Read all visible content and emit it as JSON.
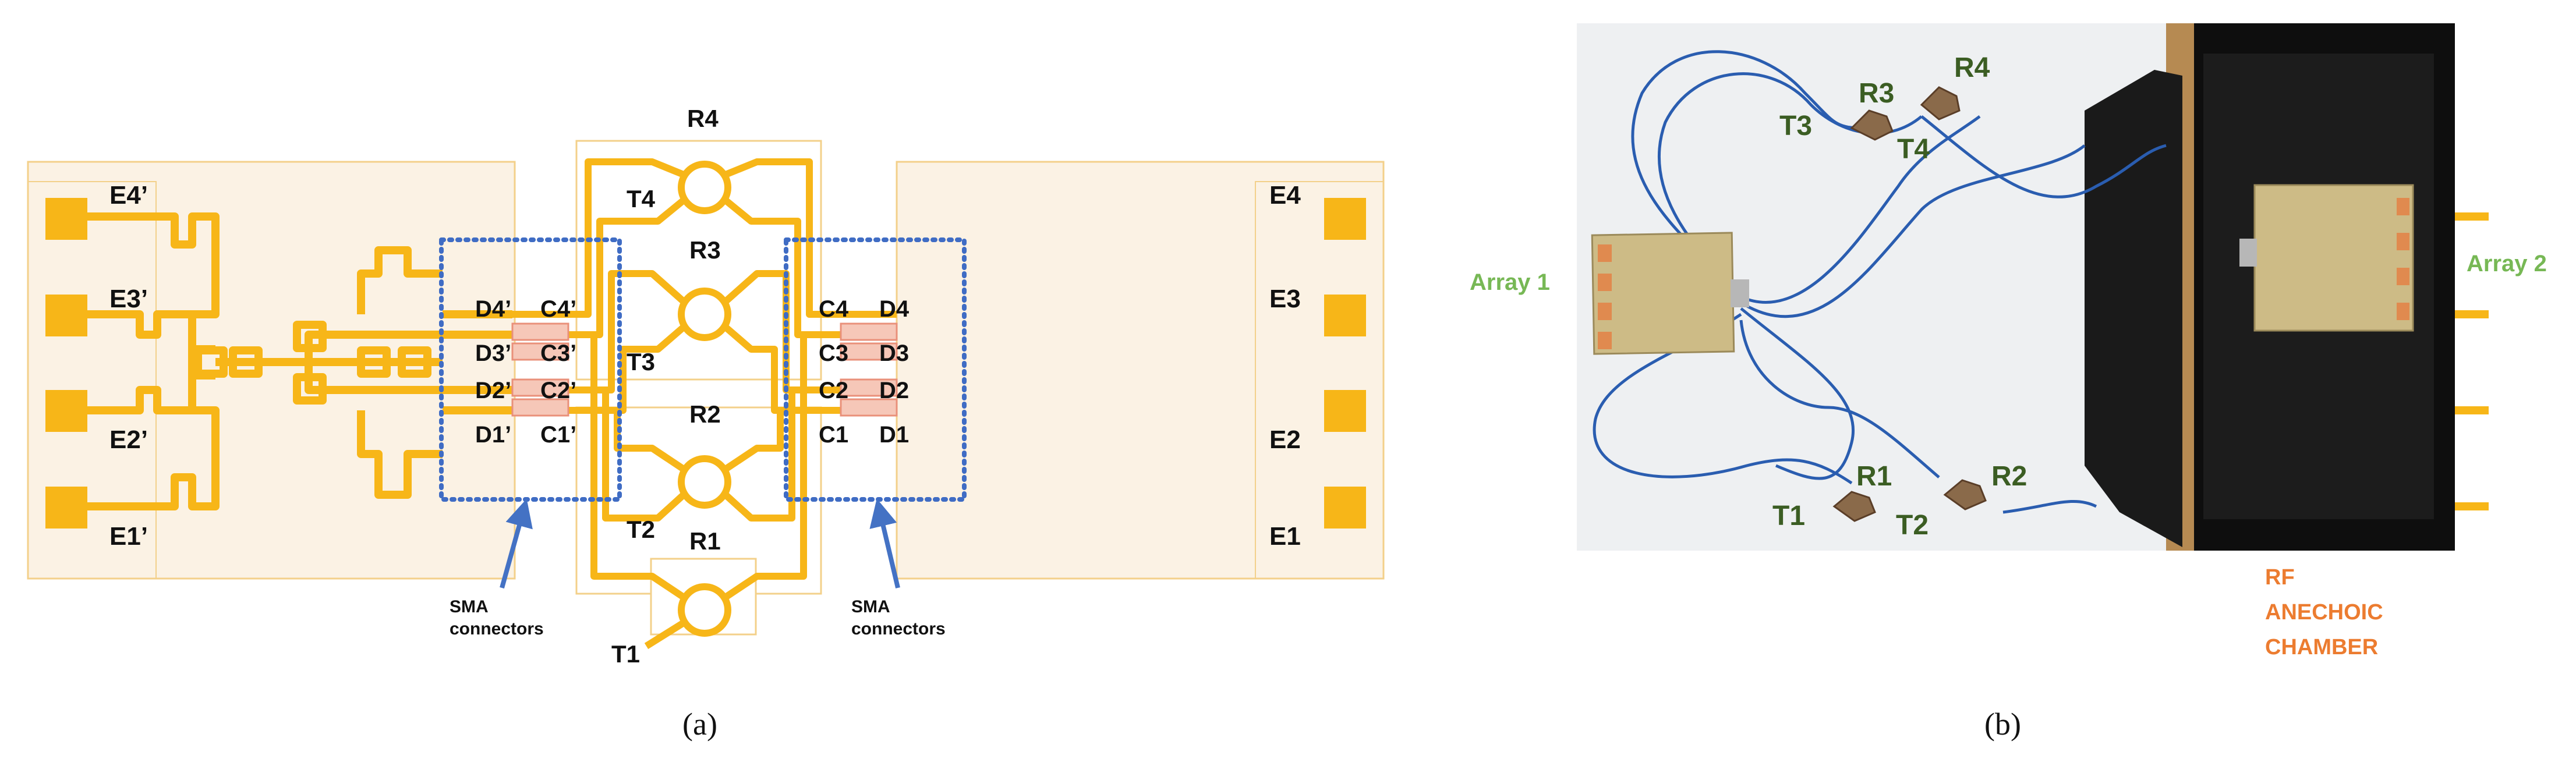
{
  "colors": {
    "trace": "#f7b618",
    "pad": "#f7b618",
    "board_fill": "#fbf2e4",
    "board_outline": "#f3d08a",
    "connector": "#e9907a",
    "dotted_box": "#3f6cc4",
    "arrow": "#4472c4",
    "label_dark": "#111111",
    "photo_label_green": "#3b5d23",
    "array_label_green": "#77b855",
    "chamber_label_orange": "#ec7c30",
    "foam": "#1a1a1a",
    "cable": "#2a5db0"
  },
  "panel_a": {
    "caption": "(a)",
    "ports_left": [
      "E4’",
      "E3’",
      "E2’",
      "E1’"
    ],
    "ports_right": [
      "E4",
      "E3",
      "E2",
      "E1"
    ],
    "conn_left": [
      "D4’",
      "C4’",
      "D3’",
      "C3’",
      "D2’",
      "C2’",
      "D1’",
      "C1’"
    ],
    "conn_right": [
      "C4",
      "D4",
      "C3",
      "D3",
      "C2",
      "D2",
      "C1",
      "D1"
    ],
    "tr_labels": [
      "R4",
      "T4",
      "R3",
      "T3",
      "R2",
      "T2",
      "R1",
      "T1"
    ],
    "sma_left": [
      "SMA",
      "connectors"
    ],
    "sma_right": [
      "SMA",
      "connectors"
    ]
  },
  "panel_b": {
    "caption": "(b)",
    "array1": "Array 1",
    "array2": "Array 2",
    "tr_top": [
      "R3",
      "R4",
      "T3",
      "T4"
    ],
    "tr_bottom": [
      "R1",
      "R2",
      "T1",
      "T2"
    ],
    "chamber": [
      "RF",
      "ANECHOIC",
      "CHAMBER"
    ]
  }
}
